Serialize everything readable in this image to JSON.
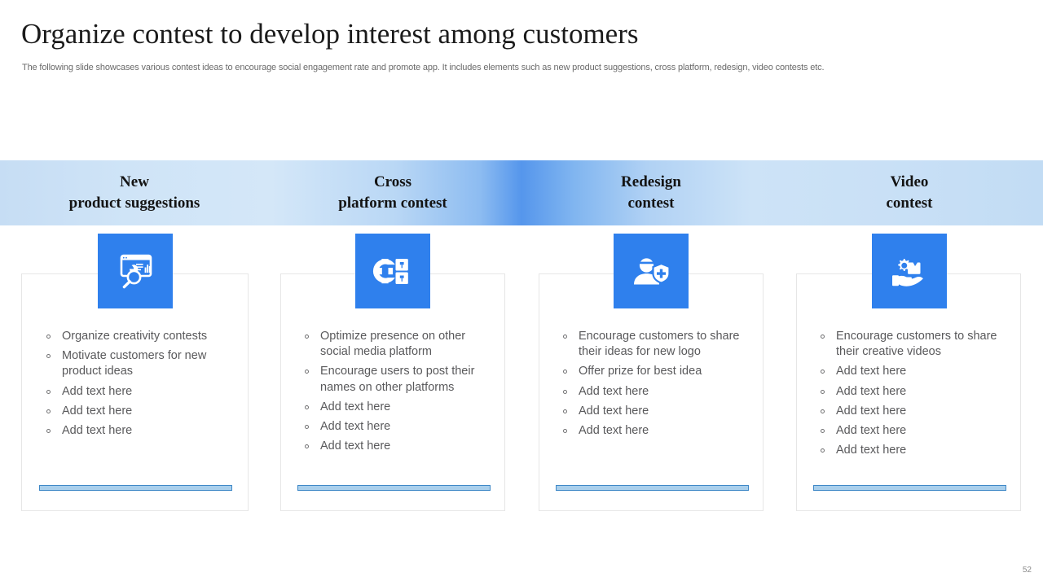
{
  "slide": {
    "title": "Organize contest to develop interest among customers",
    "subtitle": "The following slide showcases various contest ideas to encourage social engagement rate and promote app. It includes elements such as new product suggestions, cross platform, redesign, video contests etc.",
    "page_number": "52",
    "accent_color": "#2f80ed",
    "band_peak_color": "#5596ec",
    "band_edge_color": "#c6ddf4",
    "bar_fill_color": "#a9cfec",
    "bar_border_color": "#3f88c7"
  },
  "columns": [
    {
      "heading_line1": "New",
      "heading_line2": "product suggestions",
      "icon": "dashboard-search-icon",
      "bullets": [
        "Organize creativity contests",
        "Motivate customers for new product ideas",
        "Add text here",
        "Add text here",
        "Add text here"
      ]
    },
    {
      "heading_line1": "Cross",
      "heading_line2": "platform contest",
      "icon": "gear-server-icon",
      "bullets": [
        "Optimize presence on other social media platform",
        "Encourage users to post their names on other platforms",
        "Add text here",
        "Add text here",
        "Add text here"
      ]
    },
    {
      "heading_line1": "Redesign",
      "heading_line2": "contest",
      "icon": "user-shield-plus-icon",
      "bullets": [
        "Encourage customers to share their ideas for new logo",
        "Offer prize for best idea",
        "Add text here",
        "Add text here",
        "Add text here"
      ]
    },
    {
      "heading_line1": "Video",
      "heading_line2": "contest",
      "icon": "hand-box-gear-icon",
      "bullets": [
        "Encourage customers to share their creative videos",
        "Add text here",
        "Add text here",
        "Add text here",
        "Add text here",
        "Add text here"
      ]
    }
  ]
}
